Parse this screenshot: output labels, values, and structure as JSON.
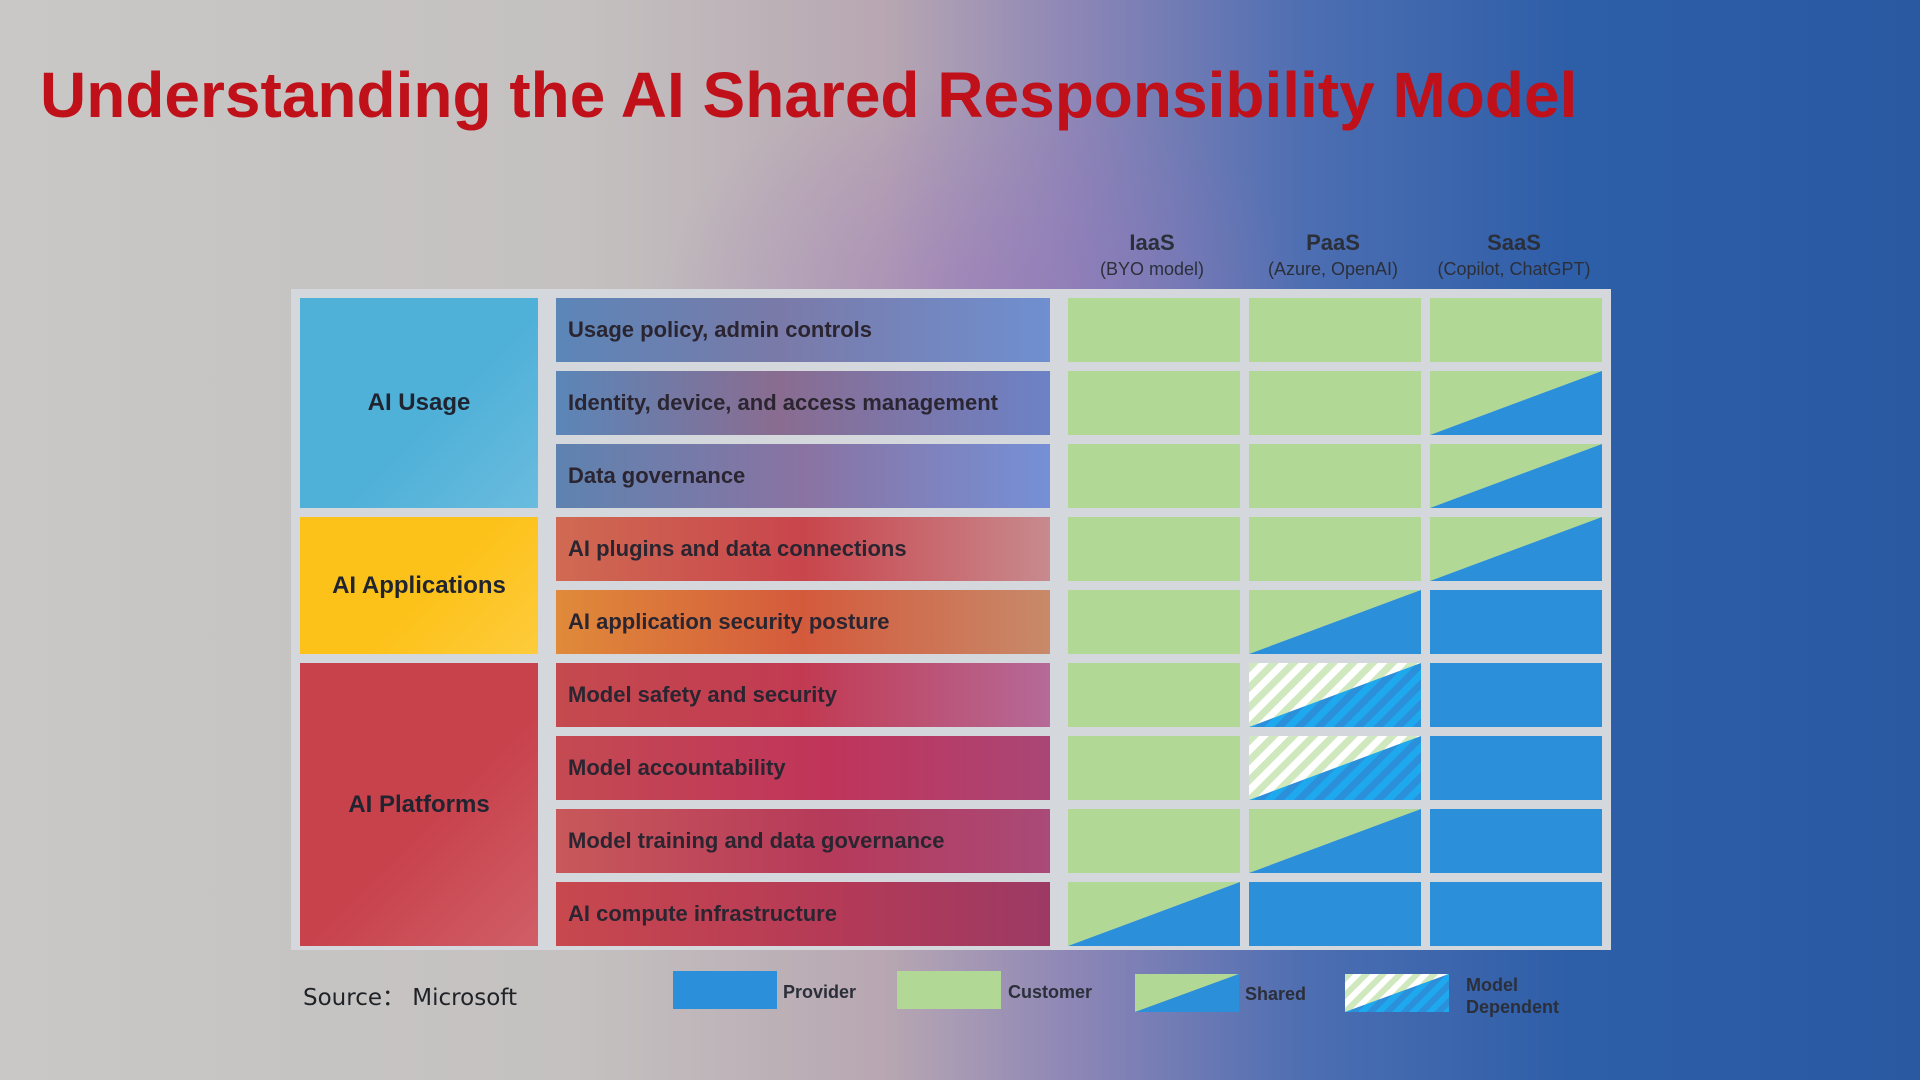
{
  "title": "Understanding the AI Shared Responsibility Model",
  "columns": [
    {
      "name": "IaaS",
      "sub": "(BYO model)"
    },
    {
      "name": "PaaS",
      "sub": "(Azure, OpenAI)"
    },
    {
      "name": "SaaS",
      "sub": "(Copilot, ChatGPT)"
    }
  ],
  "categories": [
    {
      "label": "AI Usage",
      "color": "#4fb0d8",
      "rows": 3
    },
    {
      "label": "AI Applications",
      "color": "#fdc21a",
      "rows": 2
    },
    {
      "label": "AI Platforms",
      "color": "#c8424c",
      "rows": 4
    }
  ],
  "rows": [
    {
      "label": "Usage policy, admin controls",
      "cells": [
        "customer",
        "customer",
        "customer"
      ]
    },
    {
      "label": "Identity, device, and access management",
      "cells": [
        "customer",
        "customer",
        "shared"
      ]
    },
    {
      "label": "Data governance",
      "cells": [
        "customer",
        "customer",
        "shared"
      ]
    },
    {
      "label": "AI plugins and data connections",
      "cells": [
        "customer",
        "customer",
        "shared"
      ]
    },
    {
      "label": "AI application security posture",
      "cells": [
        "customer",
        "shared",
        "provider"
      ]
    },
    {
      "label": "Model safety and security",
      "cells": [
        "customer",
        "model-dependent",
        "provider"
      ]
    },
    {
      "label": "Model accountability",
      "cells": [
        "customer",
        "model-dependent",
        "provider"
      ]
    },
    {
      "label": "Model training and data governance",
      "cells": [
        "customer",
        "shared",
        "provider"
      ]
    },
    {
      "label": "AI compute infrastructure",
      "cells": [
        "shared",
        "provider",
        "provider"
      ]
    }
  ],
  "legend": {
    "provider": "Provider",
    "customer": "Customer",
    "shared": "Shared",
    "model_dependent": "Model Dependent"
  },
  "source": "Source： Microsoft",
  "colors": {
    "provider": "#2b8fd9",
    "customer": "#b1d995",
    "hatch_blue": "#1ea8ee",
    "hatch_green": "#cfe8bd",
    "title": "#c0101a"
  }
}
